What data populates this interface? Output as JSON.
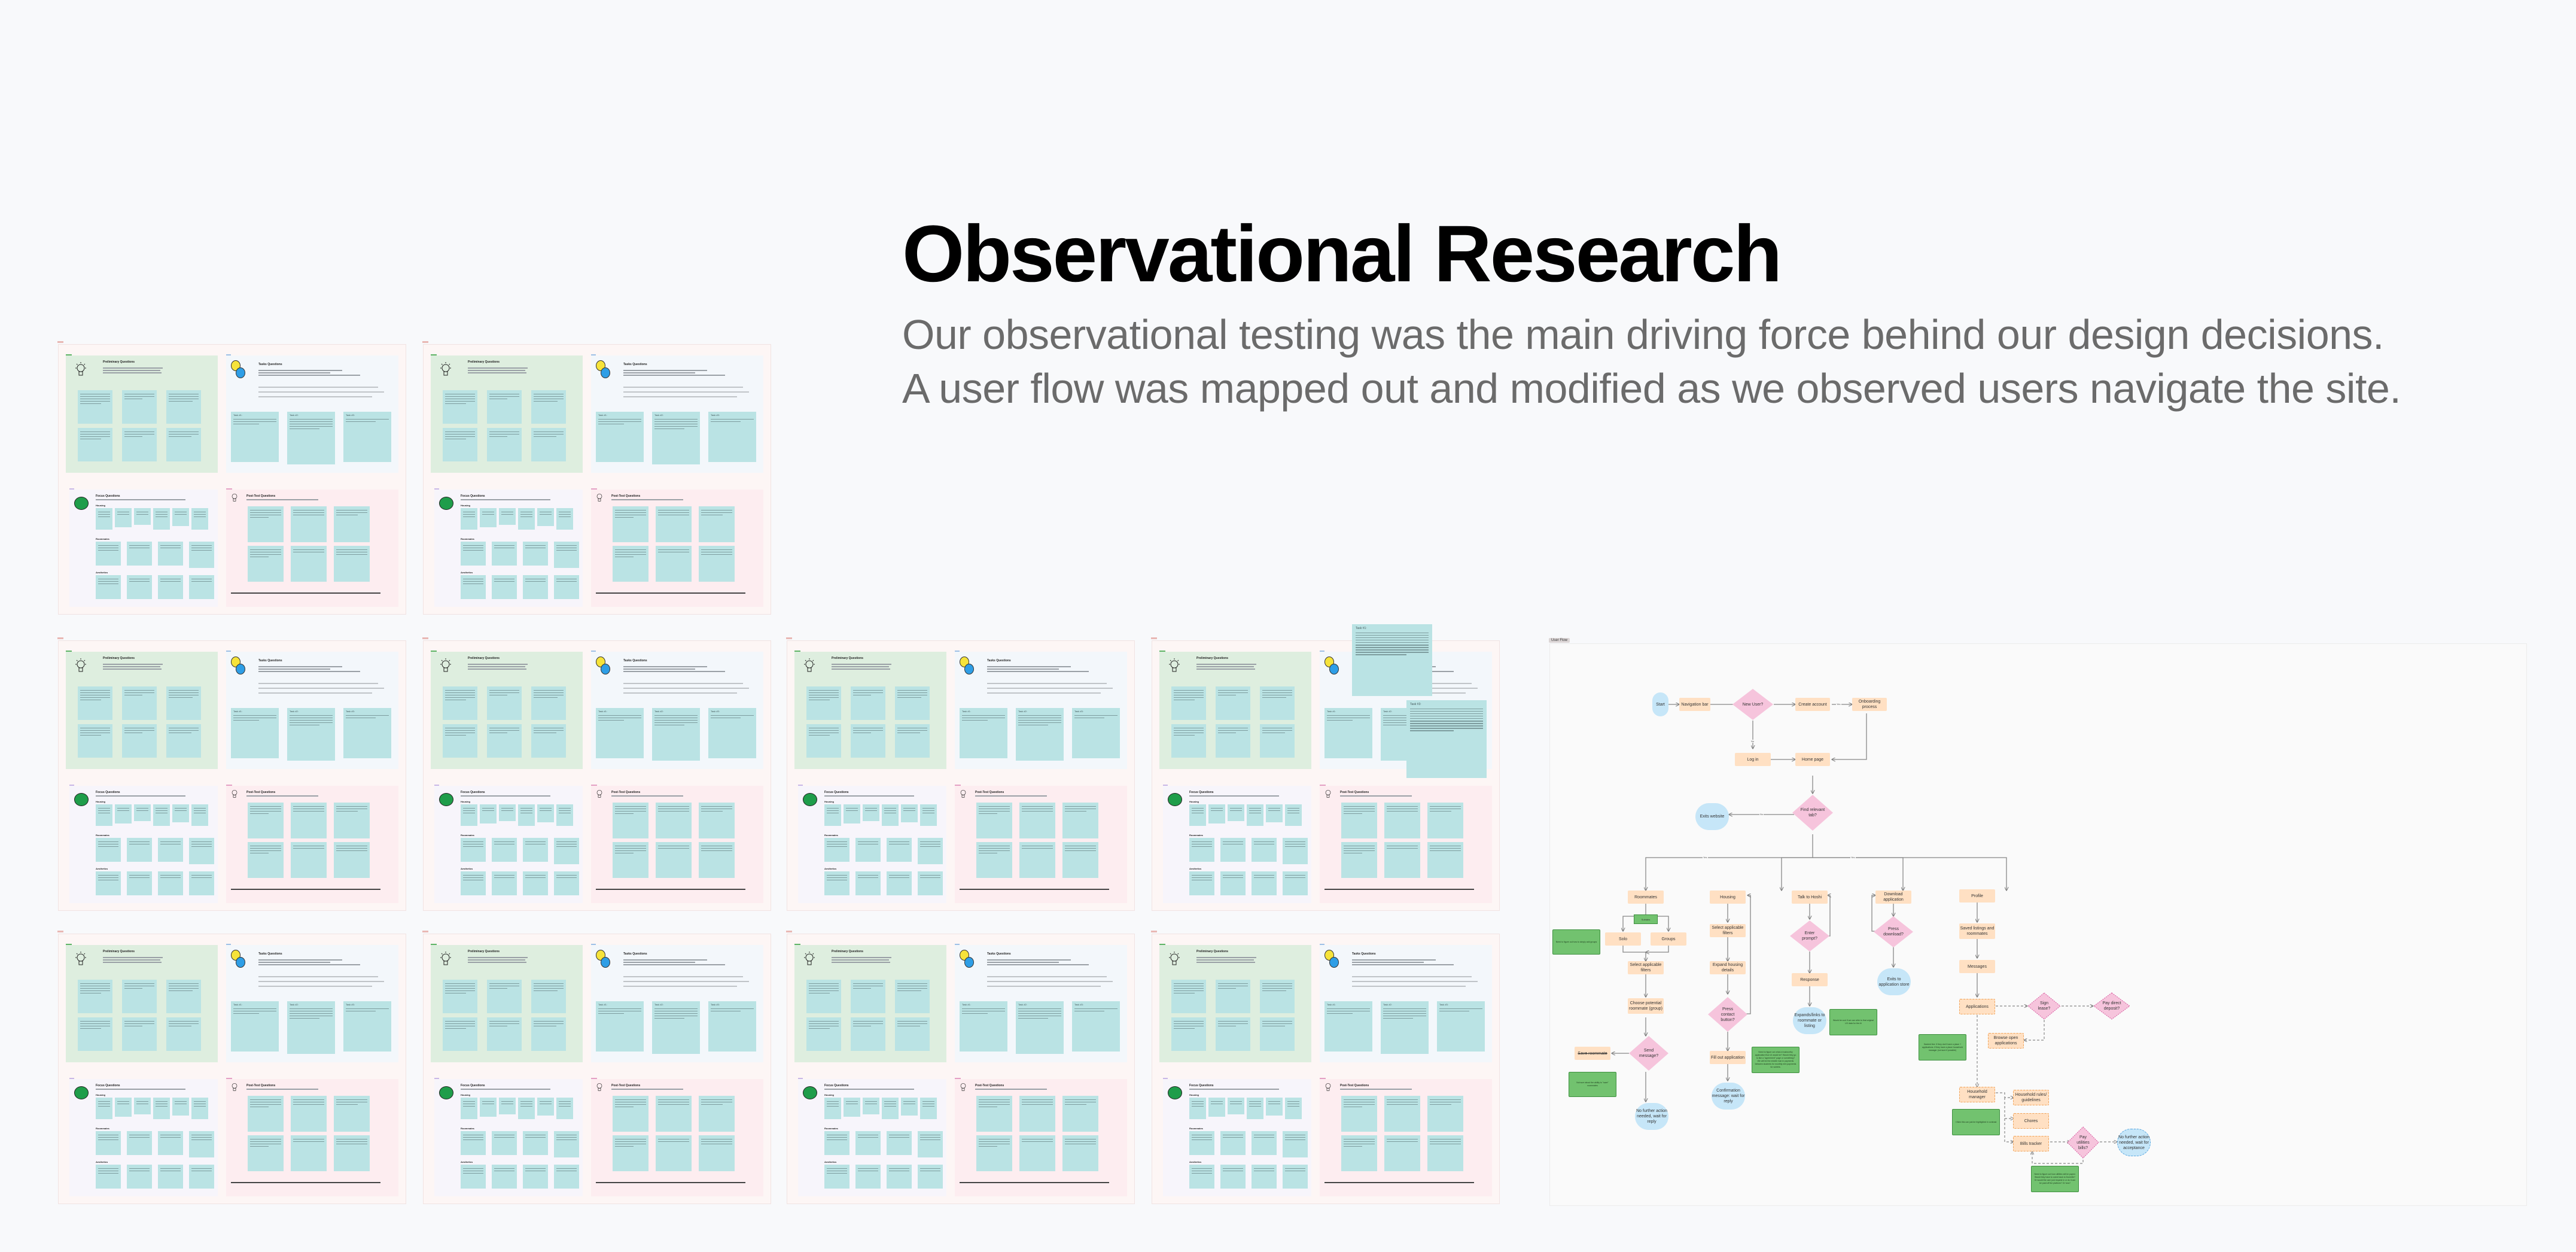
{
  "header": {
    "title": "Observational Research",
    "subtitle_line1": "Our observational testing was the main driving force behind our design decisions.",
    "subtitle_line2": "A user flow was mapped out and modified as we observed users navigate the site."
  },
  "research_boards": {
    "count": 10,
    "sections": [
      "Preliminary Questions",
      "Tasks Questions",
      "Focus Questions",
      "Post-Test Questions"
    ],
    "focus_subsections": [
      "Housing",
      "Roommates",
      "Aesthetics"
    ],
    "closing_note": "Thank you for your valuable feedback. Should you have any further questions or comments, feel free to contact myself.",
    "sample_board": {
      "preliminary": [
        "What do you think the purpose of the site is based on the name \"Dormble\"?",
        "How often have you had to find housing on your own?",
        "Does/did your university provide any housing resources?",
        "What housing websites/ applications/software have you used in the past?",
        "What's your overall process for evaluating housing options?",
        "How have you found roommates in the past?"
      ],
      "tasks": [
        {
          "label": "Task #1:",
          "points": [
            "3:45 minutes",
            "lots of options for interests"
          ]
        },
        {
          "label": "Task #2:",
          "points": [
            "Looks for gender first",
            "no multi-section allowed",
            "About 3 minutes",
            "Smoking/drinking",
            "no specific type + socially or not"
          ]
        },
        {
          "label": "Task #3:",
          "points": [
            "looks at photos first",
            "likes commuter calculator"
          ]
        }
      ],
      "post_test": [
        "Can you share what you like best about using Dormble so far?",
        "What aspects of your experience could be improved?",
        "What features did you value most across the website?",
        "What are your thoughts on an AI companion to help you find housing and roommates?",
        "What features would you want the AI companion to have?",
        "If you had a magic wand, and could change anything about the website, what would you change?"
      ]
    },
    "overflow_sticky": {
      "label": "Task #1:",
      "points": [
        "time:",
        "sign up in top right",
        "every question pops up after the previous one is filled, doesn't like that",
        "verification went to junk mail",
        "6-10 min",
        "anime and pop culture together?",
        "thought interests were weird + too many",
        "likes the questions + length of onboarding (though some are more pressing than others)",
        "select multiple would be nice",
        "type in rent price and age (not just slide)"
      ]
    },
    "overflow_sticky_3": {
      "label": "Task #3:",
      "points": [
        "find housing button on dashboard",
        "used filters of furnished, bedrooms, distance from campus",
        "likes a lot of pictures, visibility of size, transportation, amenities",
        "likes the map to see location, how close it is to food but layout of text bar is weird",
        "blue buttons are too light, seems like inactive buttons",
        "what does verified by dormme mean",
        "what does some utilities included, wants more details",
        "parking info needs to be included"
      ]
    }
  },
  "user_flow": {
    "label": "User Flow",
    "colors": {
      "process": "#ffe0c3",
      "decision": "#f6c4dc",
      "terminal": "#c6e6f8",
      "note": "#72c26f",
      "line": "#777777"
    },
    "nodes": {
      "start": "Start",
      "nav_bar": "Navigation bar",
      "new_user": "New User?",
      "create_account": "Create account",
      "onboarding": "Onboarding process",
      "log_in": "Log in",
      "home_page": "Home page",
      "find_tab": "Find relevant tab?",
      "exits_website": "Exits website",
      "roommates": "Roommates",
      "solo": "Solo",
      "groups": "Groups",
      "subtabs": "Subtabs",
      "select_filters_rm": "Select applicable filters",
      "choose_roommate": "Choose potential roommate (group)",
      "send_message": "Send message?",
      "save_roommate": "Save roommate",
      "no_further_reply": "No further action needed, wait for reply",
      "housing": "Housing",
      "select_filters_h": "Select applicable filters",
      "expand_details": "Expand housing details",
      "press_contact": "Press contact button?",
      "fill_application": "Fill out application",
      "confirmation": "Confirmation message: wait for reply",
      "talk_hoshi": "Talk to Hoshi",
      "enter_prompt": "Enter prompt?",
      "response": "Response",
      "expands_links": "Expands/links to roommate or listing",
      "download_app": "Download application",
      "press_download": "Press download?",
      "exits_store": "Exits to application store",
      "profile": "Profile",
      "saved_listings": "Saved listings and roommates",
      "messages": "Messages",
      "applications": "Applications",
      "sign_lease": "Sign lease?",
      "pay_deposit": "Pay direct deposit?",
      "browse_open": "Browse open applications",
      "household_manager": "Household manager",
      "household_rules": "Household rules/ guidelines",
      "chores": "Chores",
      "bills_tracker": "Bills tracker",
      "pay_utilities": "Pay utilities bills?",
      "no_further_acceptance": "No further action needed, wait for acceptance"
    },
    "notes": {
      "groups_note": "Need to figure out how to simply add groups",
      "save_note": "Not sure about the ability to \"save\" roommates",
      "application_note": "Need to figure out what a trustworthy application flow UI would be? Would they go to like a \"agreement\" page or something? We will be the middle man in payments between students for monthly rent payments for sublets.",
      "hoshi_note": "Would be cool if we can refer to that original UX data for the AI",
      "dashed_note": "Dashed line: If they don't have a place + applications. If they have a place household manager (not sure if possible)",
      "household_note": "I think this can just be highlighted in contrast",
      "utilities_note": "Need to figure out how utilities will be payed. Would they have to come back to DormMe? Or would the user just request in or do it can be paid off the platform? Or how?"
    },
    "edge_labels": {
      "yes": "Yes",
      "no": "No"
    }
  }
}
